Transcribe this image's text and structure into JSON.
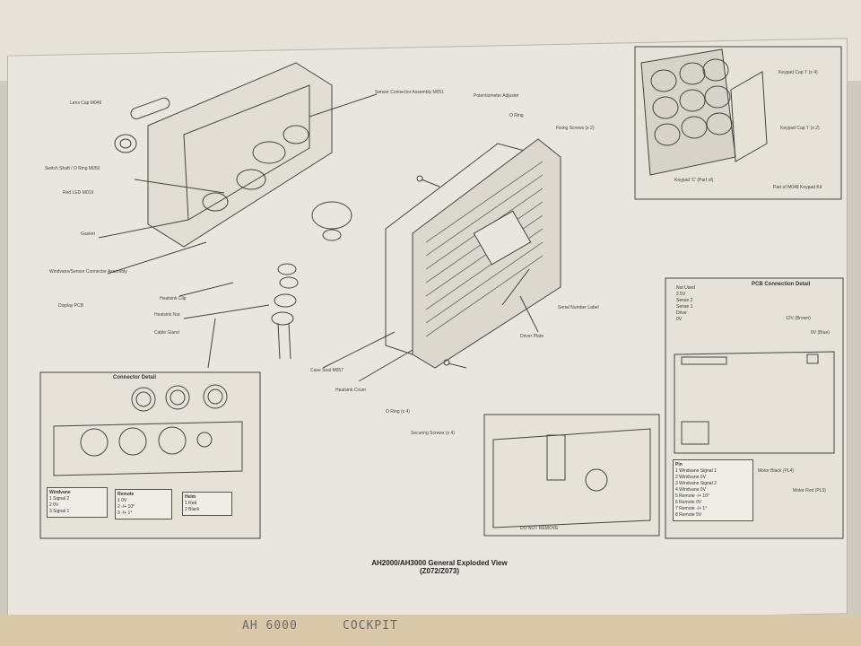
{
  "caption": {
    "line1": "AH2000/AH3000 General Exploded View",
    "line2": "(Z072/Z073)"
  },
  "bottom_tags": [
    "AH 6000",
    "COCKPIT"
  ],
  "main_callouts": {
    "case_seal": "Case Seal M057",
    "heatsink_cover": "Heatsink Cover",
    "o_ring": "O Ring (x 4)",
    "securing_screws": "Securing Screws (x 4)",
    "serial_number_label": "Serial Number Label",
    "potting_screws": "Fixing Screws (x 2)",
    "o_ring_top": "O Ring",
    "potentiometer": "Potentiometer Adjuster",
    "case_gland": "Cable Gland",
    "heatsink_nut": "Heatsink Nut",
    "heatsink_clip": "Heatsink Clip",
    "lens_cap": "Lens Cap M049",
    "gasket": "Gasket",
    "switch_shaft": "Switch Shaft / O Ring M050",
    "red_led": "Red LED M019",
    "windvane": "Windvane/Sensor Connector Assembly",
    "sensor_connector": "Sensor Connector Assembly M051",
    "display_pcb": "Display PCB",
    "driver_plate": "Driver Plate"
  },
  "keypad": {
    "keypad_cap_1": "Keypad Cap ’I’ (x 4)",
    "keypad_cap_2": "Keypad Cap ’I’ (x 2)",
    "keypad_note": "Keypad ’C’ (Part of)",
    "part_of": "Part of M048 Keypad Kit"
  },
  "connector_detail": {
    "title": "Connector Detail",
    "windvane": {
      "title": "Windvane",
      "rows": [
        "1   Signal 2",
        "2   0V",
        "3   Signal 1"
      ]
    },
    "remote": {
      "title": "Remote",
      "rows": [
        "1   0V",
        "2   -/+ 10°",
        "3   -/+ 1°"
      ]
    },
    "helm": {
      "title": "Helm",
      "rows": [
        "1   Red",
        "2   Black"
      ]
    }
  },
  "pcb_detail": {
    "title": "PCB Connection Detail",
    "pins_top": [
      "Not Used",
      "2.5V",
      "Sense 2",
      "Sense 1",
      "Drive",
      "0V"
    ],
    "power_12v": "12V (Brown)",
    "power_0v": "0V (Blue)",
    "motor_black": "Motor Black (PL4)",
    "motor_red": "Motor Red (PL3)",
    "pin_table_title": "Pin",
    "pin_rows": [
      "1   Windvane Signal 1",
      "2   Windvane 0V",
      "3   Windvane Signal 2",
      "4   Windvane 0V",
      "5   Remote -/+ 10°",
      "6   Remote 0V",
      "7   Remote -/+ 1°",
      "8   Remote 5V"
    ]
  },
  "do_not_remove": "DO NOT REMOVE",
  "colors": {
    "paper": "#e9e6de",
    "ink": "#333333"
  }
}
